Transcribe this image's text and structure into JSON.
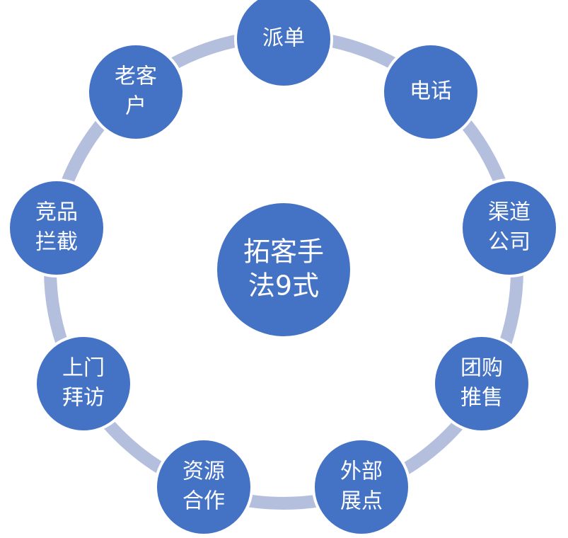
{
  "colors": {
    "node_fill": "#4472c4",
    "node_stroke": "#ffffff",
    "ring": "#b4bfdd",
    "text": "#ffffff"
  },
  "center": {
    "lines": [
      "拓客手",
      "法9式"
    ]
  },
  "nodes": [
    {
      "id": "paidan",
      "lines": [
        "派单"
      ]
    },
    {
      "id": "dianhua",
      "lines": [
        "电话"
      ]
    },
    {
      "id": "qudao",
      "lines": [
        "渠道",
        "公司"
      ]
    },
    {
      "id": "tuangou",
      "lines": [
        "团购",
        "推售"
      ]
    },
    {
      "id": "waibu",
      "lines": [
        "外部",
        "展点"
      ]
    },
    {
      "id": "ziyuan",
      "lines": [
        "资源",
        "合作"
      ]
    },
    {
      "id": "shangmen",
      "lines": [
        "上门",
        "拜访"
      ]
    },
    {
      "id": "jingpin",
      "lines": [
        "竞品",
        "拦截"
      ]
    },
    {
      "id": "laokehu",
      "lines": [
        "老客",
        "户"
      ]
    }
  ]
}
